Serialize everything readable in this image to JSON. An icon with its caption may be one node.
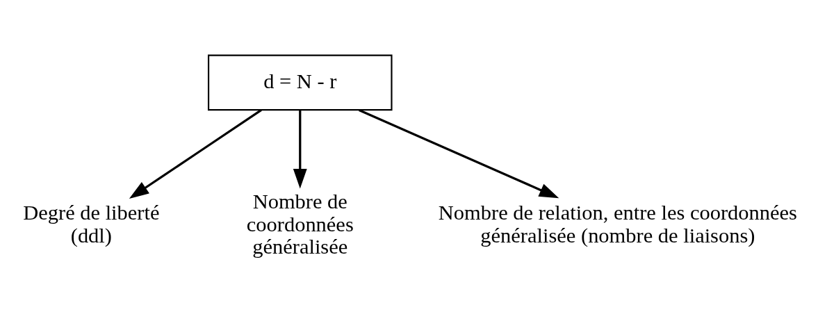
{
  "diagram": {
    "nodes": [
      {
        "text": [
          "d = N - r"
        ]
      },
      {
        "text": [
          "Degré de liberté (ddl)"
        ]
      },
      {
        "text": [
          "Nombre de coordonnées généralisée"
        ]
      },
      {
        "text": [
          "Nombre de relation, entre les coordonnées généralisée (nombre de liaisons)"
        ]
      }
    ],
    "edges": [
      {
        "from": 0,
        "to": 1,
        "arrow": "to"
      },
      {
        "from": 0,
        "to": 2,
        "arrow": "to"
      },
      {
        "from": 0,
        "to": 3,
        "arrow": "to"
      }
    ]
  }
}
